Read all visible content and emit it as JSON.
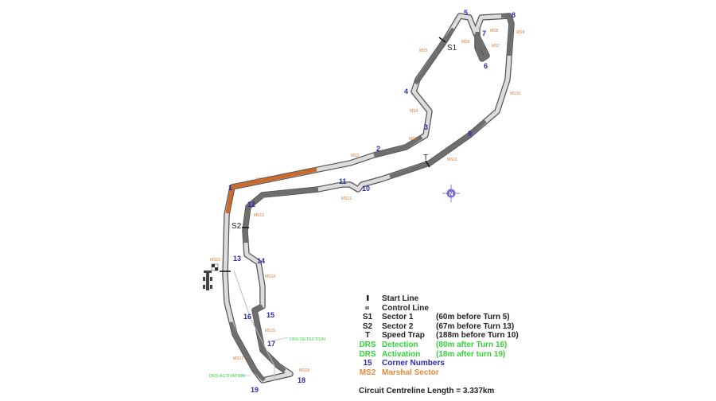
{
  "corners": [
    "1",
    "2",
    "3",
    "4",
    "5",
    "6",
    "7",
    "8",
    "9",
    "10",
    "11",
    "12",
    "13",
    "14",
    "15",
    "16",
    "17",
    "18",
    "19"
  ],
  "marshal_sectors": [
    "MS1",
    "MS2",
    "MS3",
    "MS4",
    "MS5",
    "MS6",
    "MS7",
    "MS8",
    "MS9",
    "MS10",
    "MS11",
    "MS12",
    "MS13",
    "MS14",
    "MS15",
    "MS16",
    "MS17",
    "MS18"
  ],
  "markers": {
    "s1": "S1",
    "s2": "S2",
    "t": "T",
    "drs_detection": "DRS DETECTION",
    "drs_activation": "DRS ACTIVATION",
    "north": "N"
  },
  "legend": [
    {
      "symbol": "",
      "label": "Start Line",
      "note": ""
    },
    {
      "symbol": "",
      "label": "Control Line",
      "note": ""
    },
    {
      "symbol": "S1",
      "label": "Sector 1",
      "note": "(60m before Turn 5)"
    },
    {
      "symbol": "S2",
      "label": "Sector 2",
      "note": "(67m before Turn 13)"
    },
    {
      "symbol": "T",
      "label": "Speed Trap",
      "note": "(188m before Turn 10)"
    },
    {
      "symbol": "DRS",
      "label": "Detection",
      "note": "(80m after Turn 16)"
    },
    {
      "symbol": "DRS",
      "label": "Activation",
      "note": "(18m after turn 19)"
    },
    {
      "symbol": "15",
      "label": "Corner Numbers",
      "note": ""
    },
    {
      "symbol": "MS2",
      "label": "Marshal Sector",
      "note": ""
    }
  ],
  "circuit_length": "Circuit Centreline Length = 3.337km",
  "colors": {
    "track_light": "#d9d9d9",
    "track_dark": "#6e6e6e",
    "ms1": "#c9692c",
    "corner": "#2b2bb0",
    "drs": "#36d13a",
    "marshal": "#e58a3a"
  }
}
